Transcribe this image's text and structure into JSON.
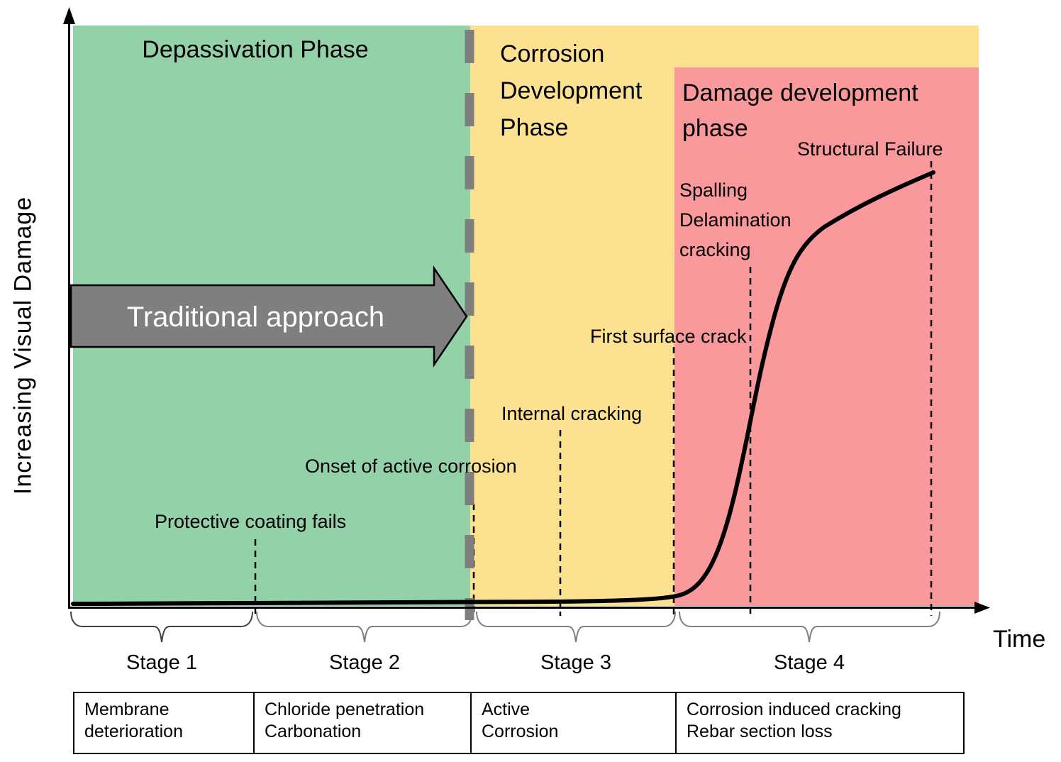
{
  "colors": {
    "green": "#93D2A9",
    "yellow": "#FCE190",
    "red": "#F9999B",
    "gray": "#7F7F7F",
    "black": "#000000",
    "brace_dark": "#404040",
    "arrow_text": "#FFFFFF"
  },
  "y_axis": {
    "label": "Increasing Visual Damage"
  },
  "x_axis": {
    "label": "Time"
  },
  "phases": {
    "depassivation": {
      "title": "Depassivation Phase"
    },
    "corrosion": {
      "title": "Corrosion\nDevelopment\nPhase"
    },
    "damage": {
      "title": "Damage development\nphase"
    }
  },
  "arrow": {
    "label": "Traditional approach"
  },
  "annotations": {
    "protective_coating": "Protective coating fails",
    "onset_active_corrosion": "Onset of active corrosion",
    "internal_cracking": "Internal cracking",
    "first_surface_crack": "First surface crack",
    "spalling": "Spalling\nDelamination\ncracking",
    "structural_failure": "Structural Failure"
  },
  "stages": [
    {
      "label": "Stage 1",
      "description": "Membrane\ndeterioration"
    },
    {
      "label": "Stage 2",
      "description": "Chloride penetration\nCarbonation"
    },
    {
      "label": "Stage 3",
      "description": "Active\nCorrosion"
    },
    {
      "label": "Stage 4",
      "description": "Corrosion induced cracking\nRebar section loss"
    }
  ]
}
